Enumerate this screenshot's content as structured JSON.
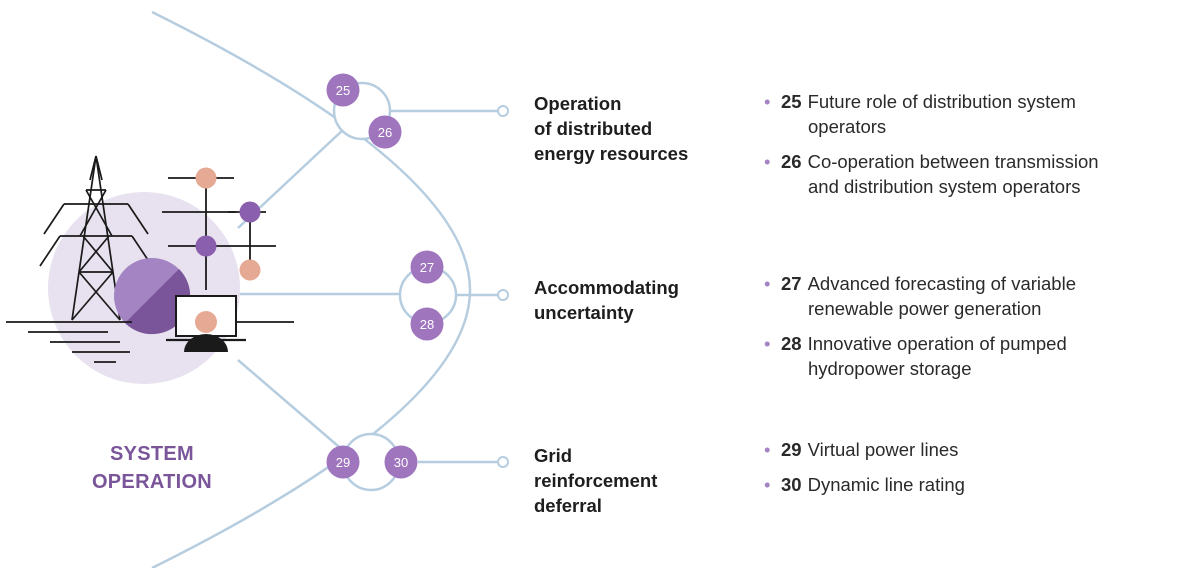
{
  "side_title": [
    "SYSTEM",
    "OPERATION"
  ],
  "nodes": [
    "25",
    "26",
    "27",
    "28",
    "29",
    "30"
  ],
  "categories": [
    {
      "lines": [
        "Operation",
        "of distributed",
        "energy resources"
      ]
    },
    {
      "lines": [
        "Accommodating",
        "uncertainty"
      ]
    },
    {
      "lines": [
        "Grid",
        "reinforcement",
        "deferral"
      ]
    }
  ],
  "innovations": [
    [
      {
        "num": "25",
        "line1": "Future role of distribution system",
        "line2": "operators"
      },
      {
        "num": "26",
        "line1": "Co-operation between transmission",
        "line2": "and distribution system operators"
      }
    ],
    [
      {
        "num": "27",
        "line1": "Advanced forecasting of variable",
        "line2": "renewable power generation"
      },
      {
        "num": "28",
        "line1": "Innovative operation of pumped",
        "line2": "hydropower storage"
      }
    ],
    [
      {
        "num": "29",
        "line1": "Virtual power lines",
        "line2": ""
      },
      {
        "num": "30",
        "line1": "Dynamic line rating",
        "line2": ""
      }
    ]
  ],
  "colors": {
    "accent_purple": "#a584c3",
    "node_purple": "#9f75be",
    "dark_purple": "#7a559a",
    "halo": "#e8e1ef",
    "connector": "#b6cde0",
    "peach": "#e6a994",
    "ink": "#1e1e1e"
  }
}
